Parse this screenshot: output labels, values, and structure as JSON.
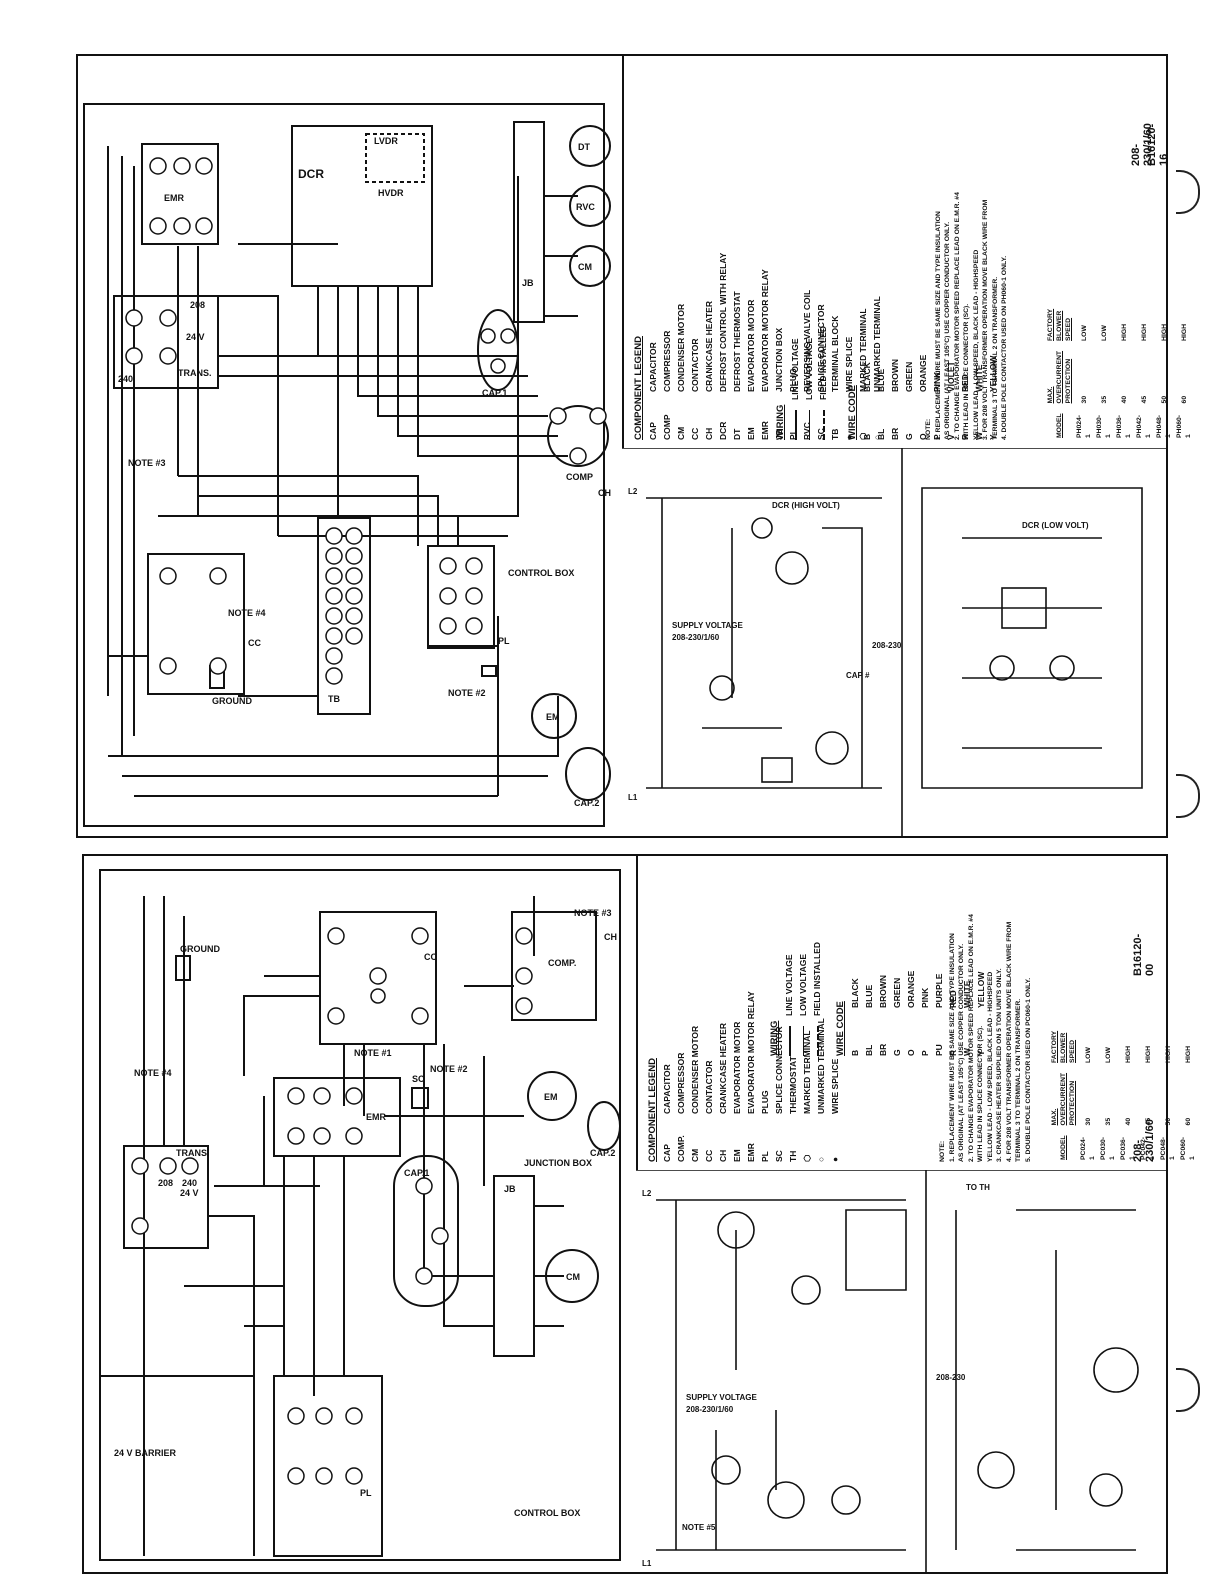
{
  "top_sheet": {
    "part_number": "B16120-16",
    "rating": "208-230/1/60",
    "wiring_key": {
      "heading": "WIRING",
      "items": [
        "LINE VOLTAGE",
        "LOW VOLTAGE",
        "FIELD INSTALLED"
      ]
    },
    "wire_code": {
      "heading": "WIRE CODE",
      "items": [
        {
          "code": "B",
          "name": "BLACK"
        },
        {
          "code": "BL",
          "name": "BLUE"
        },
        {
          "code": "BR",
          "name": "BROWN"
        },
        {
          "code": "G",
          "name": "GREEN"
        },
        {
          "code": "O",
          "name": "ORANGE"
        },
        {
          "code": "P",
          "name": "PINK"
        },
        {
          "code": "V",
          "name": "VIOLET"
        },
        {
          "code": "R",
          "name": "RED"
        },
        {
          "code": "W",
          "name": "WHITE"
        },
        {
          "code": "Y",
          "name": "YELLOW"
        }
      ]
    },
    "component_legend": {
      "heading": "COMPONENT LEGEND",
      "items": [
        {
          "code": "CAP",
          "name": "CAPACITOR"
        },
        {
          "code": "COMP",
          "name": "COMPRESSOR"
        },
        {
          "code": "CM",
          "name": "CONDENSER MOTOR"
        },
        {
          "code": "CC",
          "name": "CONTACTOR"
        },
        {
          "code": "CH",
          "name": "CRANKCASE HEATER"
        },
        {
          "code": "DCR",
          "name": "DEFROST CONTROL WITH RELAY"
        },
        {
          "code": "DT",
          "name": "DEFROST THERMOSTAT"
        },
        {
          "code": "EM",
          "name": "EVAPORATOR MOTOR"
        },
        {
          "code": "EMR",
          "name": "EVAPORATOR MOTOR RELAY"
        },
        {
          "code": "JB",
          "name": "JUNCTION BOX"
        },
        {
          "code": "PL",
          "name": "PLUG"
        },
        {
          "code": "RVC",
          "name": "REVERSING VALVE COIL"
        },
        {
          "code": "SC",
          "name": "SPLICE CONNECTOR"
        },
        {
          "code": "TB",
          "name": "TERMINAL BLOCK"
        },
        {
          "code": "●",
          "name": "WIRE SPLICE"
        },
        {
          "code": "⬡",
          "name": "MARKED TERMINAL"
        },
        {
          "code": "○",
          "name": "UNMARKED TERMINAL"
        }
      ]
    },
    "notes_heading": "NOTE:",
    "notes": [
      "1.  REPLACEMENT WIRE MUST BE SAME SIZE AND TYPE INSULATION",
      "     AS ORIGINAL (AT LEAST 105°C) USE COPPER CONDUCTOR ONLY.",
      "2.  TO CHANGE EVAPORATOR MOTOR SPEED REPLACE LEAD ON E.M.R. #4",
      "     WITH LEAD IN SPLICE CONNECTOR (SC).",
      "     YELLOW LEAD - LOW SPEED, BLACK LEAD - HIGHSPEED",
      "3.  FOR 208 VOLT TRANSFORMER OPERATION MOVE BLACK WIRE FROM",
      "     TERMINAL 3 TO TERMINAL 2 ON TRANSFORMER.",
      "4.  DOUBLE POLE CONTACTOR USED ON PH060-1 ONLY."
    ],
    "table": {
      "headers": [
        "MODEL",
        "MAX. OVERCURRENT PROTECTION",
        "FACTORY BLOWER SPEED"
      ],
      "rows": [
        [
          "PH024-1",
          "30",
          "LOW"
        ],
        [
          "PH030-1",
          "35",
          "LOW"
        ],
        [
          "PH036-1",
          "40",
          "HIGH"
        ],
        [
          "PH042-1",
          "45",
          "HIGH"
        ],
        [
          "PH048-1",
          "50",
          "HIGH"
        ],
        [
          "PH060-1",
          "60",
          "HIGH"
        ]
      ]
    },
    "diagram_labels": {
      "dcr": "DCR",
      "lvdr": "LVDR",
      "hvdr": "HVDR",
      "emr": "EMR",
      "trans": "TRANS.",
      "v24": "24 V",
      "v208": "208",
      "v240": "240",
      "jb": "JB",
      "cm": "CM",
      "rvc": "RVC",
      "dt": "DT",
      "comp": "COMP",
      "cap1": "CAP.1",
      "cap2": "CAP.2",
      "em": "EM",
      "tb": "TB",
      "pl": "PL",
      "cc": "CC",
      "ch": "CH",
      "note3": "NOTE #3",
      "note4": "NOTE #4",
      "note2": "NOTE #2",
      "ground": "GROUND",
      "control_box": "CONTROL BOX",
      "supply": "SUPPLY VOLTAGE",
      "supply_v": "208-230/1/60",
      "l1": "L1",
      "l2": "L2",
      "trans_v": "208-230",
      "cap_hash": "CAP #",
      "dcr_low": "DCR (LOW VOLT)",
      "dcr_high": "DCR (HIGH VOLT)"
    }
  },
  "bottom_sheet": {
    "part_number": "B16120-00",
    "rating": "208-230/1/60",
    "wiring_key": {
      "heading": "WIRING",
      "items": [
        "LINE VOLTAGE",
        "LOW VOLTAGE",
        "FIELD INSTALLED"
      ]
    },
    "wire_code": {
      "heading": "WIRE CODE",
      "items": [
        {
          "code": "B",
          "name": "BLACK"
        },
        {
          "code": "BL",
          "name": "BLUE"
        },
        {
          "code": "BR",
          "name": "BROWN"
        },
        {
          "code": "G",
          "name": "GREEN"
        },
        {
          "code": "O",
          "name": "ORANGE"
        },
        {
          "code": "P",
          "name": "PINK"
        },
        {
          "code": "PU",
          "name": "PURPLE"
        },
        {
          "code": "R",
          "name": "RED"
        },
        {
          "code": "W",
          "name": "WHITE"
        },
        {
          "code": "Y",
          "name": "YELLOW"
        }
      ]
    },
    "component_legend": {
      "heading": "COMPONENT LEGEND",
      "items": [
        {
          "code": "CAP",
          "name": "CAPACITOR"
        },
        {
          "code": "COMP.",
          "name": "COMPRESSOR"
        },
        {
          "code": "CM",
          "name": "CONDENSER MOTOR"
        },
        {
          "code": "CC",
          "name": "CONTACTOR"
        },
        {
          "code": "CH",
          "name": "CRANKCASE HEATER"
        },
        {
          "code": "EM",
          "name": "EVAPORATOR MOTOR"
        },
        {
          "code": "EMR",
          "name": "EVAPORATOR MOTOR RELAY"
        },
        {
          "code": "PL",
          "name": "PLUG"
        },
        {
          "code": "SC",
          "name": "SPLICE CONNECTOR"
        },
        {
          "code": "TH",
          "name": "THERMOSTAT"
        },
        {
          "code": "⬡",
          "name": "MARKED TERMINAL"
        },
        {
          "code": "○",
          "name": "UNMARKED TERMINAL"
        },
        {
          "code": "●",
          "name": "WIRE SPLICE"
        }
      ]
    },
    "notes_heading": "NOTE:",
    "notes": [
      "1.  REPLACEMENT WIRE MUST BE SAME SIZE AND TYPE INSULATION",
      "     AS ORIGINAL (AT LEAST 105°C) USE COPPER CONDUCTOR ONLY.",
      "2.  TO CHANGE EVAPORATOR MOTOR SPEED REPLACE LEAD ON E.M.R. #4",
      "     WITH LEAD IN SPLICE CONNECTOR (SC).",
      "     YELLOW LEAD - LOW SPEED, BLACK LEAD - HIGHSPEED",
      "3.  CRANKCASE HEATER SUPPLIED ON 5 TON UNITS ONLY.",
      "4.  FOR 208 VOLT TRANSFORMER OPERATION MOVE BLACK WIRE FROM",
      "     TERMINAL 3 TO TERMINAL 2 ON TRANSFORMER.",
      "5.  DOUBLE POLE CONTACTOR USED ON PC060-1 ONLY."
    ],
    "table": {
      "headers": [
        "MODEL",
        "MAX. OVERCURRENT PROTECTION",
        "FACTORY BLOWER SPEED"
      ],
      "rows": [
        [
          "PC024-1",
          "30",
          "LOW"
        ],
        [
          "PC030-1",
          "35",
          "LOW"
        ],
        [
          "PC036-1",
          "40",
          "HIGH"
        ],
        [
          "PC042-1",
          "45",
          "HIGH"
        ],
        [
          "PC048-1",
          "50",
          "HIGH"
        ],
        [
          "PC060-1",
          "60",
          "HIGH"
        ]
      ]
    },
    "diagram_labels": {
      "ground": "GROUND",
      "comp": "COMP.",
      "cc": "CC",
      "ch": "CH",
      "note3": "NOTE #3",
      "note1": "NOTE #1",
      "note4": "NOTE #4",
      "note2": "NOTE #2",
      "sc": "SC",
      "em": "EM",
      "cap2": "CAP.2",
      "emr": "EMR",
      "trans": "TRANS.",
      "v24": "24 V",
      "v208": "208",
      "v240": "240",
      "jb": "JB",
      "junction_box": "JUNCTION BOX",
      "cm": "CM",
      "cap1": "CAP.1",
      "barrier": "24 V BARRIER",
      "pl": "PL",
      "control_box": "CONTROL BOX",
      "supply": "SUPPLY VOLTAGE",
      "supply_v": "208-230/1/60",
      "l1": "L1",
      "l2": "L2",
      "note5": "NOTE #5",
      "trans_v": "208-230",
      "to_th": "TO TH"
    }
  }
}
